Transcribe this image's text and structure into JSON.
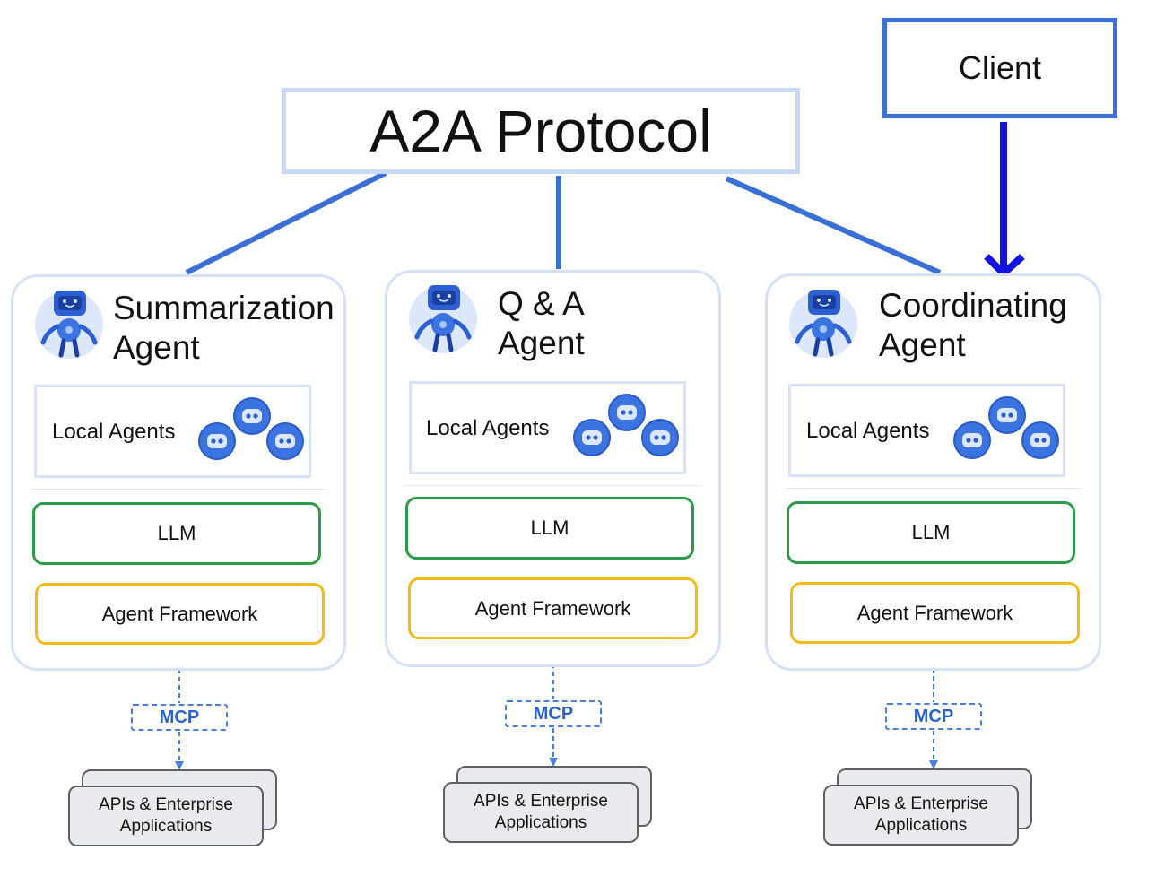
{
  "protocol": {
    "label": "A2A Protocol"
  },
  "client": {
    "label": "Client"
  },
  "colors": {
    "protocol_border": "#c9d8f3",
    "client_border": "#3b6fd9",
    "client_arrow": "#1313e0",
    "link_blue": "#3a6fd6",
    "llm_border": "#2f9a4a",
    "framework_border": "#f1bb1c",
    "mcp_blue": "#2a63c9"
  },
  "agents": [
    {
      "title_line1": "Summarization",
      "title_line2": "Agent",
      "local_agents": "Local Agents",
      "llm": "LLM",
      "framework": "Agent Framework",
      "mcp": "MCP",
      "apis_line1": "APIs & Enterprise",
      "apis_line2": "Applications"
    },
    {
      "title_line1": "Q & A",
      "title_line2": "Agent",
      "local_agents": "Local Agents",
      "llm": "LLM",
      "framework": "Agent Framework",
      "mcp": "MCP",
      "apis_line1": "APIs & Enterprise",
      "apis_line2": "Applications"
    },
    {
      "title_line1": "Coordinating",
      "title_line2": "Agent",
      "local_agents": "Local Agents",
      "llm": "LLM",
      "framework": "Agent Framework",
      "mcp": "MCP",
      "apis_line1": "APIs & Enterprise",
      "apis_line2": "Applications"
    }
  ],
  "icons": {
    "agent_avatar": "robot-agent-icon",
    "local_bot": "robot-head-icon"
  }
}
